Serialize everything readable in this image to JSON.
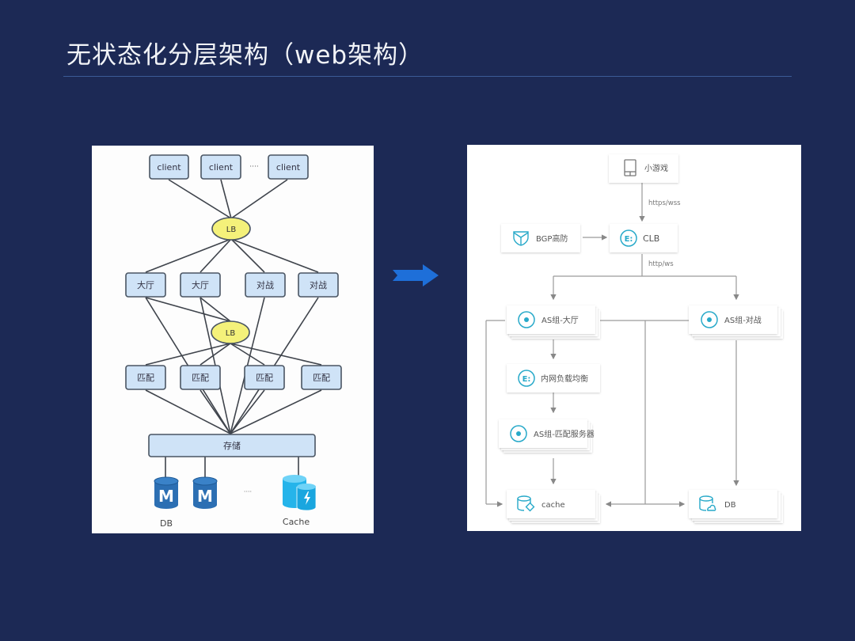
{
  "slide": {
    "title": "无状态化分层架构（web架构）",
    "background": "#1c2955",
    "accent": "#1e6fd9"
  },
  "left_diagram": {
    "clients": [
      "client",
      "client",
      "client"
    ],
    "client_ellipsis": "····",
    "lb_top": "LB",
    "services": [
      "大厅",
      "大厅",
      "对战",
      "对战"
    ],
    "lb_mid": "LB",
    "match": [
      "匹配",
      "匹配",
      "匹配",
      "匹配"
    ],
    "storage": "存储",
    "db_icon_letter": "M",
    "storage_ellipsis": "····",
    "db_label": "DB",
    "cache_label": "Cache",
    "colors": {
      "box_fill": "#cfe3f7",
      "box_stroke": "#4a5563",
      "lb_fill": "#f4f17a",
      "db": "#2c6fb3",
      "cache": "#25b4ea"
    }
  },
  "right_diagram": {
    "mini_game": "小游戏",
    "proto_top": "https/wss",
    "bgp": "BGP高防",
    "clb": "CLB",
    "proto_mid": "http/ws",
    "as_lobby": "AS组-大厅",
    "as_battle": "AS组-对战",
    "inner_lb": "内网负载均衡",
    "as_match": "AS组-匹配服务器",
    "cache": "cache",
    "db": "DB",
    "colors": {
      "icon": "#27a9c9",
      "line": "#9a9a9a",
      "text": "#555555"
    }
  }
}
